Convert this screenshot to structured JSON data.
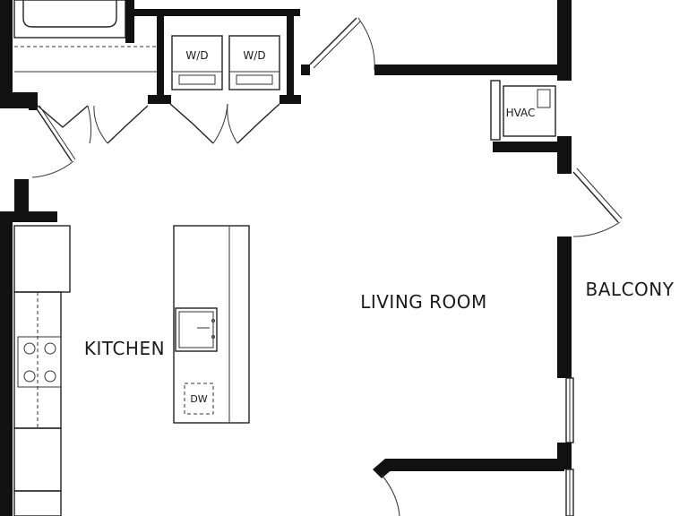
{
  "rooms": {
    "living_room": "LIVING ROOM",
    "kitchen": "KITCHEN",
    "balcony": "BALCONY"
  },
  "appliances": {
    "washer_dryer_1": "W/D",
    "washer_dryer_2": "W/D",
    "hvac": "HVAC",
    "dishwasher": "DW"
  },
  "colors": {
    "wall": "#111111",
    "background": "#ffffff"
  }
}
